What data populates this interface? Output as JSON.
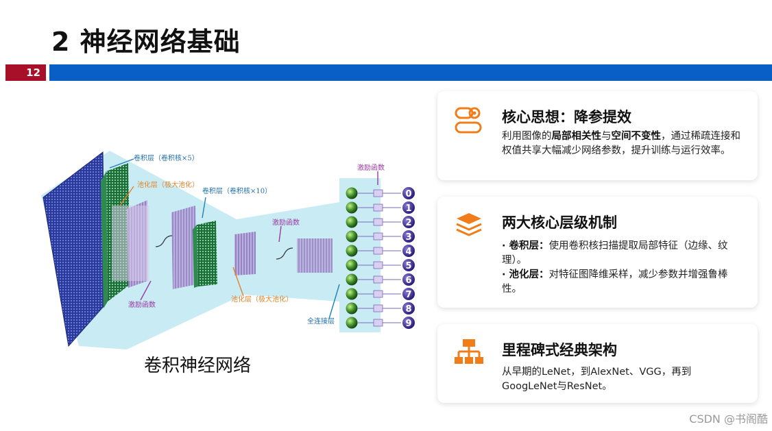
{
  "slide": {
    "title": "2 神经网络基础",
    "page_number": "12"
  },
  "figure": {
    "caption": "卷积神经网络",
    "labels": {
      "conv1": "卷积层（卷积核×5）",
      "pool1": "池化层（极大池化）",
      "conv2": "卷积层（卷积核×10）",
      "act1": "激励函数",
      "act2": "激励函数",
      "act3": "激励函数",
      "pool2": "池化层（极大池化）",
      "fc": "全连接层"
    },
    "outputs": [
      "0",
      "1",
      "2",
      "3",
      "4",
      "5",
      "6",
      "7",
      "8",
      "9"
    ]
  },
  "cards": [
    {
      "icon": "settings-toggle-icon",
      "title": "核心思想：降参提效",
      "body_parts": [
        "利用图像的",
        "局部相关性",
        "与",
        "空间不变性",
        "，通过稀疏连接和权值共享大幅减少网络参数，提升训练与运行效率。"
      ]
    },
    {
      "icon": "layers-icon",
      "title": "两大核心层级机制",
      "line1_bullet": "· 卷积层：",
      "line1_text": "使用卷积核扫描提取局部特征（边缘、纹理）。",
      "line2_bullet": "· 池化层：",
      "line2_text": "对特征图降维采样，减少参数并增强鲁棒性。"
    },
    {
      "icon": "hierarchy-icon",
      "title": "里程碑式经典架构",
      "body": "从早期的LeNet，到AlexNet、VGG，再到GoogLeNet与ResNet。"
    }
  ],
  "watermark": "CSDN @书阁酷",
  "colors": {
    "accent_orange": "#f07d1a",
    "bar_blue": "#0a5fc7",
    "page_red": "#a8102a"
  }
}
